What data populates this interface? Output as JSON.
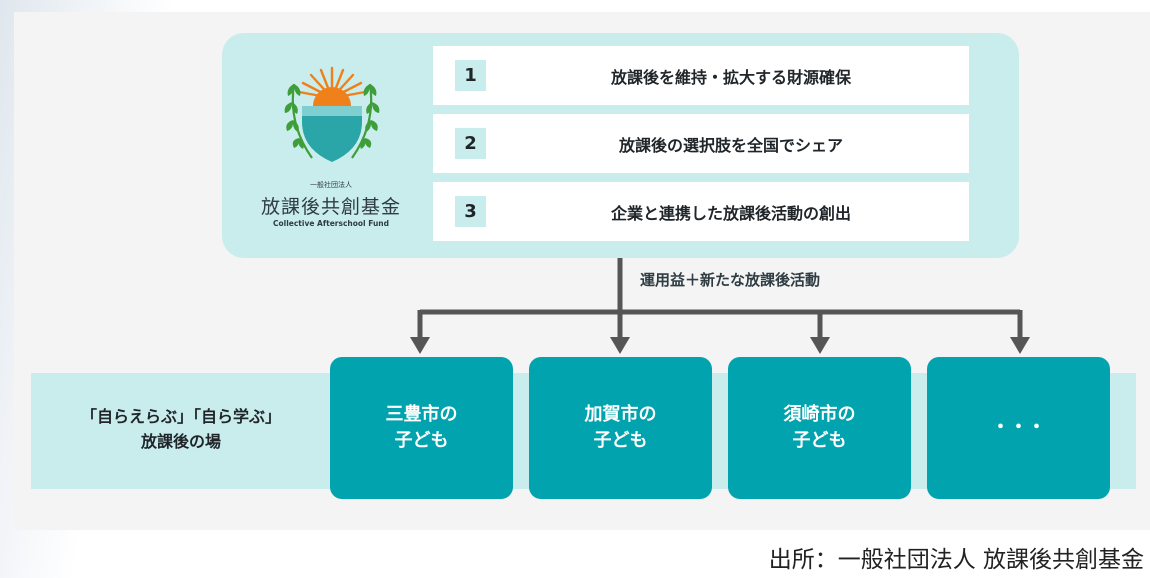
{
  "logo": {
    "org_type": "一般社団法人",
    "name": "放課後共創基金",
    "name_en": "Collective Afterschool Fund",
    "colors": {
      "sun": "#f08019",
      "leaf": "#3f9e3a",
      "shield": "#2aa6a8",
      "water": "#7fcfd1"
    }
  },
  "goals": [
    {
      "number": "1",
      "text": "放課後を維持・拡大する財源確保"
    },
    {
      "number": "2",
      "text": "放課後の選択肢を全国でシェア"
    },
    {
      "number": "3",
      "text": "企業と連携した放課後活動の創出"
    }
  ],
  "flow_label": "運用益＋新たな放課後活動",
  "ground": {
    "line1": "「自らえらぶ」「自ら学ぶ」",
    "line2": "放課後の場"
  },
  "cities": [
    {
      "line1": "三豊市の",
      "line2": "子ども"
    },
    {
      "line1": "加賀市の",
      "line2": "子ども"
    },
    {
      "line1": "須崎市の",
      "line2": "子ども"
    },
    {
      "line1": "・・・",
      "line2": ""
    }
  ],
  "source": "出所：一般社団法人 放課後共創基金",
  "colors": {
    "box_light": "#c9ecec",
    "city": "#00a3ae",
    "arrow": "#565656"
  }
}
